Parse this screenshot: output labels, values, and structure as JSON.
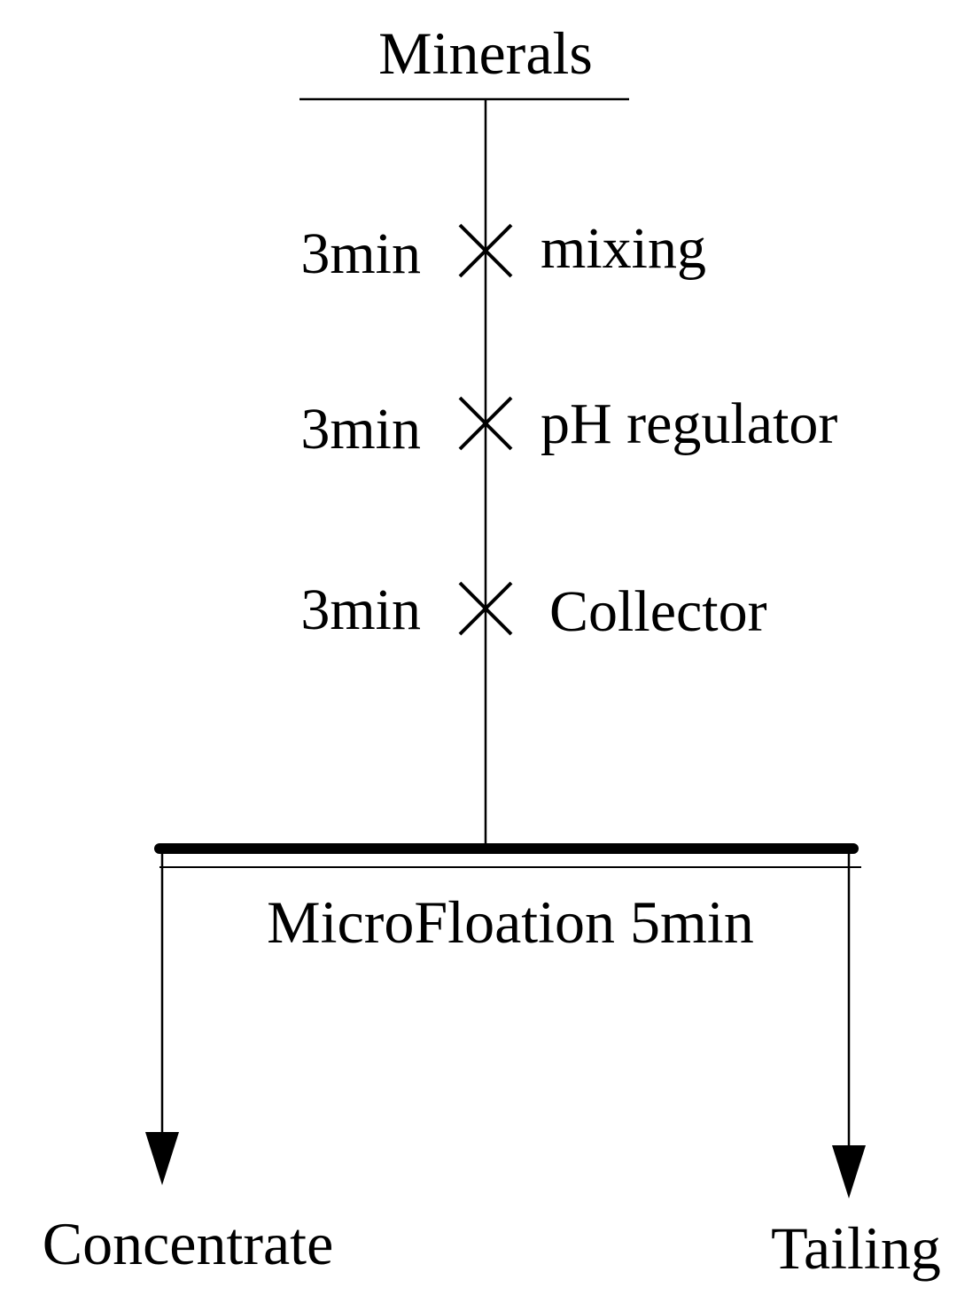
{
  "diagram": {
    "title": "Minerals",
    "steps": [
      {
        "time": "3min",
        "action": "mixing"
      },
      {
        "time": "3min",
        "action": "pH regulator"
      },
      {
        "time": "3min",
        "action": "Collector"
      }
    ],
    "process_label": "MicroFloation 5min",
    "outputs": {
      "left": "Concentrate",
      "right": "Tailing"
    },
    "colors": {
      "line": "#000000",
      "background": "#ffffff"
    }
  }
}
